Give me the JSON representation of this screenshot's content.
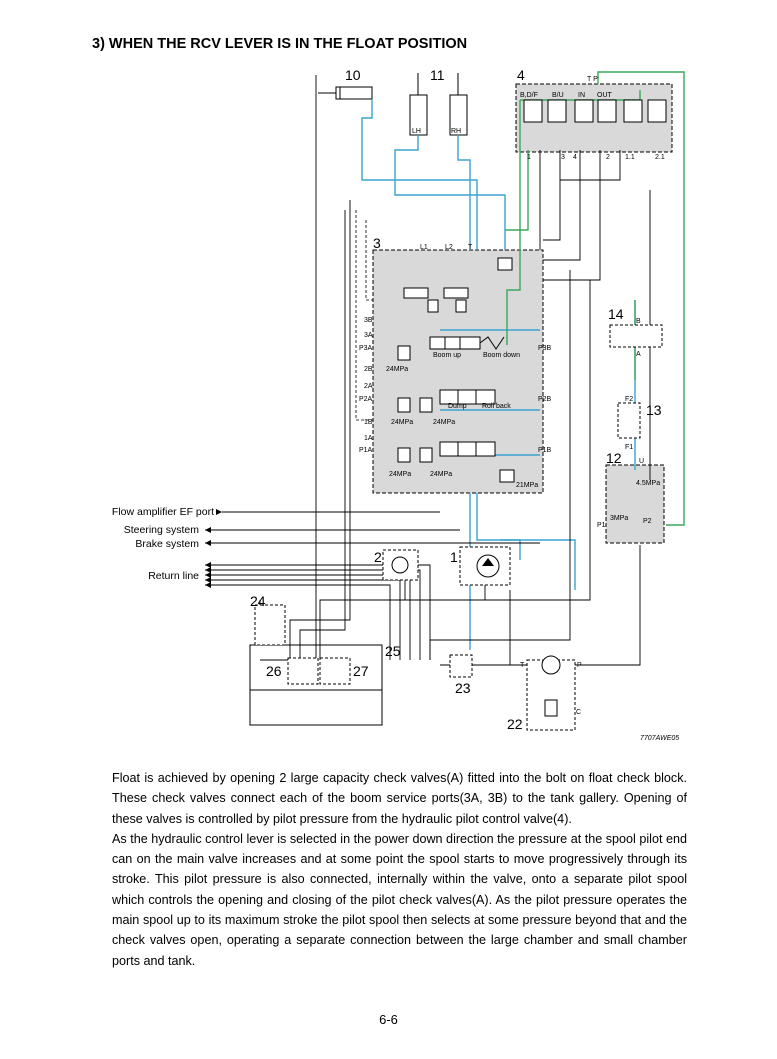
{
  "heading": "3) WHEN THE RCV LEVER IS IN THE FLOAT POSITION",
  "callouts": {
    "c10": "10",
    "c11": "11",
    "c4": "4",
    "c3": "3",
    "c14": "14",
    "c13": "13",
    "c12": "12",
    "c2": "2",
    "c1": "1",
    "c24": "24",
    "c25": "25",
    "c26": "26",
    "c27": "27",
    "c23": "23",
    "c22": "22"
  },
  "labels": {
    "lh": "LH",
    "rh": "RH",
    "tp": "T  P",
    "bdf": "B,D/F",
    "bu": "B/U",
    "in": "IN",
    "out": "OUT",
    "port1": "1",
    "port3": "3",
    "port4": "4",
    "port2": "2",
    "port11": "1.1",
    "port21": "2.1",
    "l1": "L1",
    "l2": "L2",
    "t": "T",
    "p3a": "P3A",
    "p3b": "P3B",
    "p2a": "P2A",
    "p2b": "P2B",
    "p1a": "P1A",
    "p1b": "P1B",
    "l3b": "3B",
    "l3a": "3A",
    "l2b": "2B",
    "l2a": "2A",
    "l1b": "1B",
    "l1a": "1A",
    "boom_up": "Boom up",
    "boom_down": "Boom down",
    "dump": "Dump",
    "roll_back": "Roll back",
    "mpa24": "24MPa",
    "mpa21": "21MPa",
    "mpa45": "4.5MPa",
    "mpa3": "3MPa",
    "a": "A",
    "b": "B",
    "f1": "F1",
    "f2": "F2",
    "u": "U",
    "p1": "P1",
    "p2": "P2",
    "tt": "T",
    "pp": "P",
    "c": "C",
    "drawing_code": "7707AWE05"
  },
  "side_labels": {
    "flow_amplifier": "Flow amplifier EF port",
    "steering": "Steering system",
    "brake": "Brake system",
    "return_line": "Return line"
  },
  "paragraph": [
    "Float is achieved by opening 2 large capacity check valves(A) fitted into the bolt on float check block.  These check valves connect each of the boom service ports(3A, 3B) to the tank gallery. Opening of these valves is controlled by pilot pressure from the hydraulic pilot control valve(4).",
    "As the hydraulic control lever is selected in the power down direction the pressure at the spool pilot end can on the main valve increases and at some point the spool starts to move progressively through its stroke.  This pilot pressure is also connected, internally within the valve, onto a separate pilot spool which controls the opening and closing of the pilot check valves(A).  As the pilot pressure operates the main spool up to its maximum stroke the pilot spool then selects at some pressure beyond that and the check valves open, operating a separate connection between the large chamber and small chamber ports and tank."
  ],
  "page_number": "6-6",
  "colors": {
    "line": "#000000",
    "pressure": "#3ba3d0",
    "pilot": "#3aa85a",
    "shade": "#d9d9d9"
  }
}
